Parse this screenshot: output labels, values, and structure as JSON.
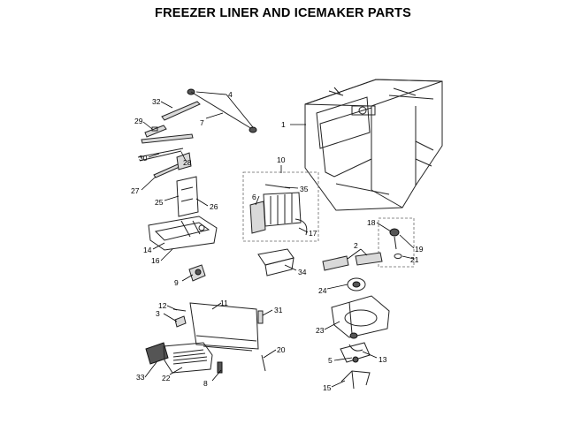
{
  "title": "FREEZER LINER AND ICEMAKER PARTS",
  "callouts": [
    "1",
    "2",
    "3",
    "4",
    "5",
    "6",
    "7",
    "8",
    "9",
    "10",
    "11",
    "12",
    "13",
    "14",
    "15",
    "16",
    "17",
    "18",
    "19",
    "20",
    "21",
    "22",
    "23",
    "24",
    "25",
    "26",
    "27",
    "28",
    "29",
    "30",
    "31",
    "32",
    "33",
    "34",
    "35"
  ]
}
